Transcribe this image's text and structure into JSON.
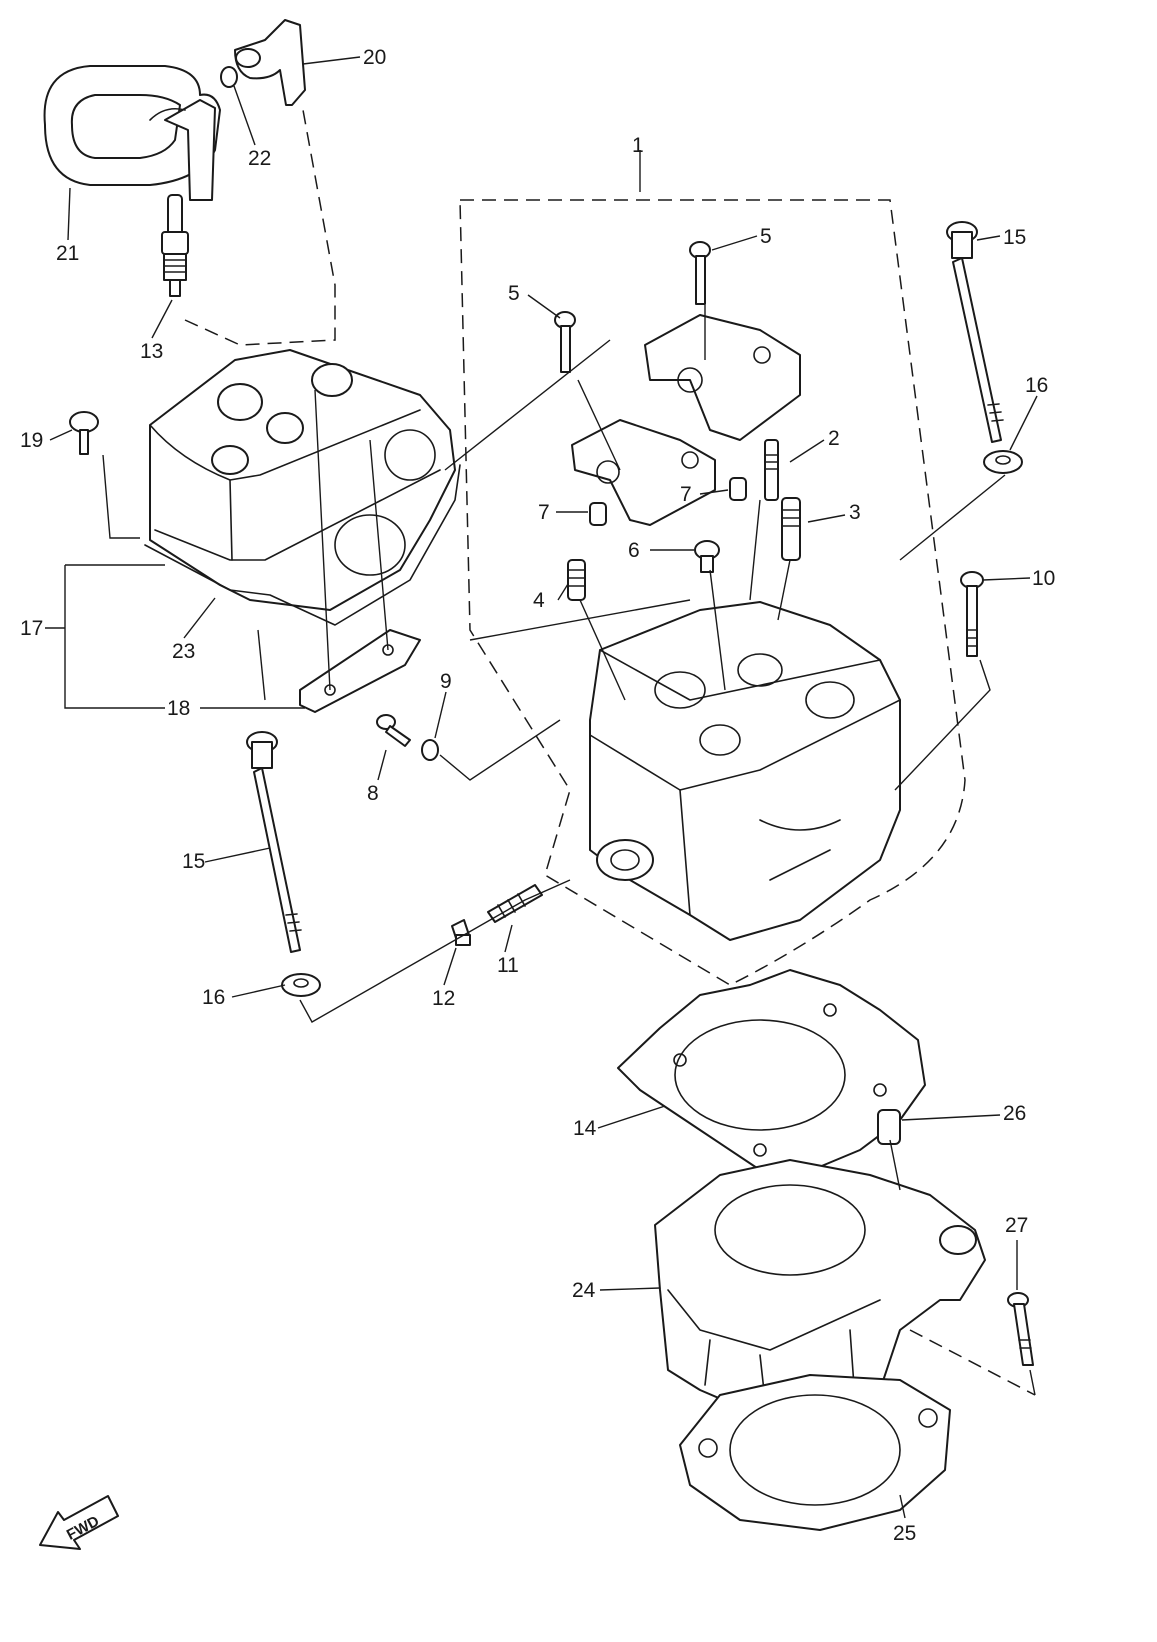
{
  "callouts": {
    "c1": "1",
    "c2": "2",
    "c3": "3",
    "c4": "4",
    "c5a": "5",
    "c5b": "5",
    "c6": "6",
    "c7a": "7",
    "c7b": "7",
    "c8": "8",
    "c9": "9",
    "c10": "10",
    "c11": "11",
    "c12": "12",
    "c13": "13",
    "c14": "14",
    "c15a": "15",
    "c15b": "15",
    "c16a": "16",
    "c16b": "16",
    "c17": "17",
    "c18": "18",
    "c19": "19",
    "c20": "20",
    "c21": "21",
    "c22": "22",
    "c23": "23",
    "c24": "24",
    "c25": "25",
    "c26": "26",
    "c27": "27"
  },
  "fwd_label": "FWD"
}
